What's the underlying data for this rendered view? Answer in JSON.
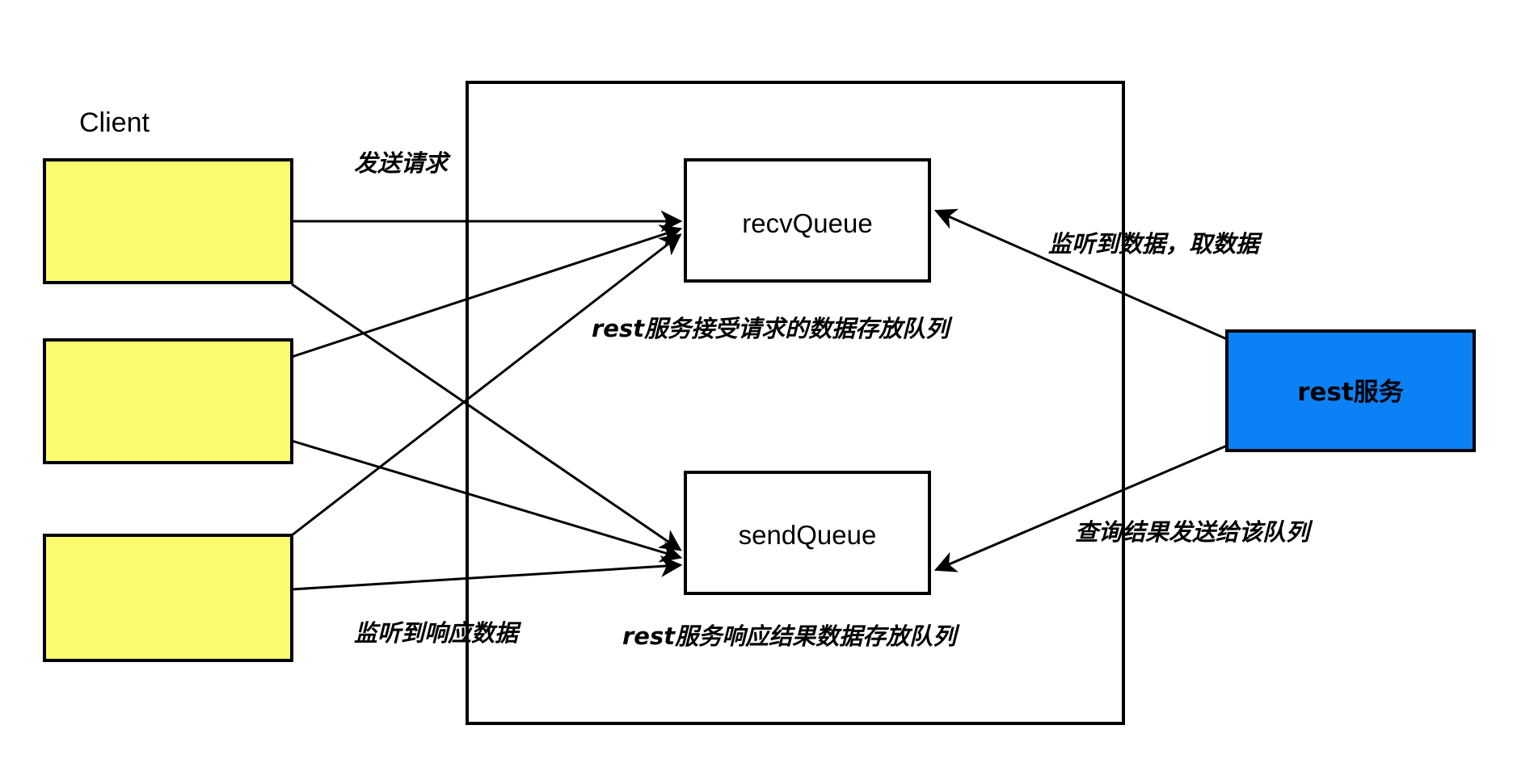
{
  "diagram": {
    "title": "rest service message queue architecture",
    "colors": {
      "client_box_fill": "#fbfb6e",
      "queue_box_fill": "#ffffff",
      "rest_box_fill": "#0c81f5",
      "stroke": "#000000",
      "background": "#ffffff"
    },
    "client_group": {
      "label": "Client",
      "boxes": [
        {
          "id": "client-1",
          "label": ""
        },
        {
          "id": "client-2",
          "label": ""
        },
        {
          "id": "client-3",
          "label": ""
        }
      ]
    },
    "container": {
      "label": ""
    },
    "queues": [
      {
        "id": "recv-queue",
        "label": "recvQueue",
        "caption": "rest服务接受请求的数据存放队列"
      },
      {
        "id": "send-queue",
        "label": "sendQueue",
        "caption": "rest服务响应结果数据存放队列"
      }
    ],
    "service": {
      "id": "rest-service",
      "label": "rest服务"
    },
    "edge_labels": {
      "send_request": "发送请求",
      "listen_response": "监听到响应数据",
      "listen_take_data": "监听到数据，取数据",
      "query_result_to_queue": "查询结果发送给该队列"
    }
  }
}
